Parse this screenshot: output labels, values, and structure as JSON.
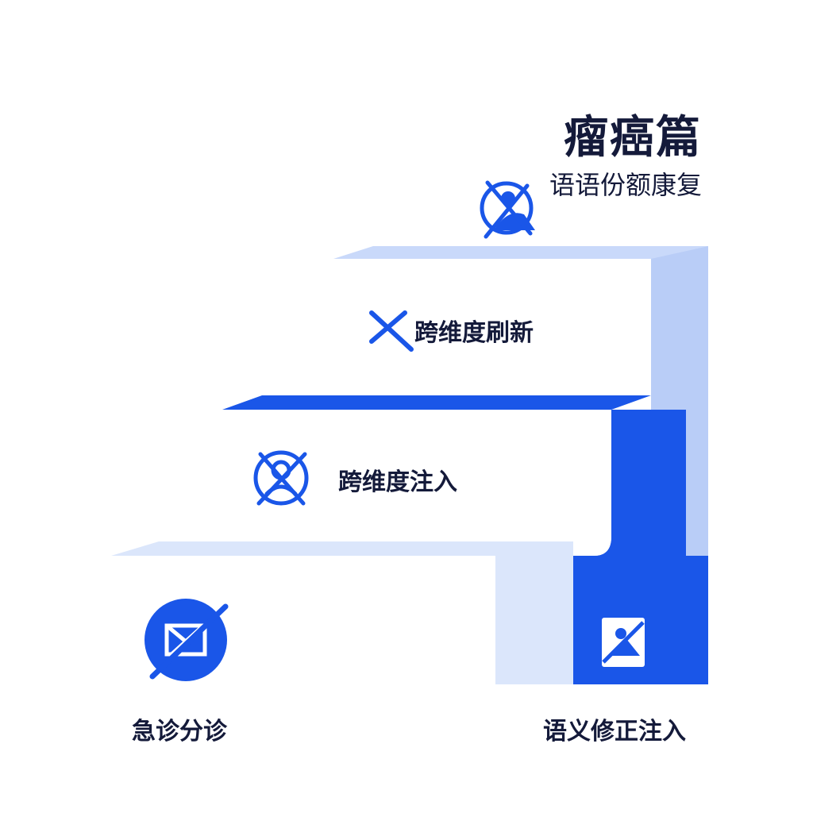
{
  "header": {
    "title": "瘤癌篇",
    "subtitle": "语语份额康复"
  },
  "steps": [
    {
      "label": "跨维度刷新",
      "icon": "x-mark-icon"
    },
    {
      "label": "跨维度注入",
      "icon": "crossed-circle-person-icon"
    },
    {
      "label": "",
      "icon": "crossed-envelope-icon"
    }
  ],
  "footer": {
    "left_label": "急诊分诊",
    "right_label": "语义修正注入"
  },
  "icons": {
    "top": "crossed-person-icon",
    "bottom_right": "crossed-image-icon"
  },
  "colors": {
    "primary_blue": "#1a56e8",
    "light_blue": "#b9cdf7",
    "pale_blue": "#dbe6fb",
    "text_dark": "#141a3a"
  }
}
